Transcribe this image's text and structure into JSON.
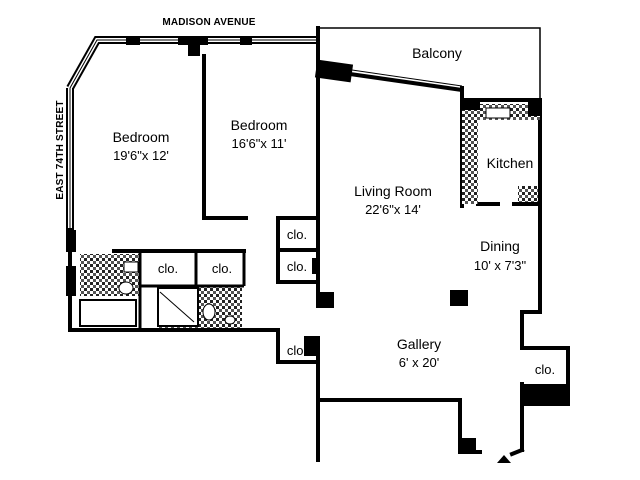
{
  "streets": {
    "north": "MADISON AVENUE",
    "west": "EAST 74TH STREET"
  },
  "rooms": {
    "bedroom1": {
      "name": "Bedroom",
      "dims": "19'6\"x 12'"
    },
    "bedroom2": {
      "name": "Bedroom",
      "dims": "16'6\"x 11'"
    },
    "balcony": {
      "name": "Balcony"
    },
    "kitchen": {
      "name": "Kitchen"
    },
    "living": {
      "name": "Living Room",
      "dims": "22'6\"x 14'"
    },
    "dining": {
      "name": "Dining",
      "dims": "10' x 7'3\""
    },
    "gallery": {
      "name": "Gallery",
      "dims": "6' x 20'"
    }
  },
  "closets": {
    "label": "clo."
  }
}
